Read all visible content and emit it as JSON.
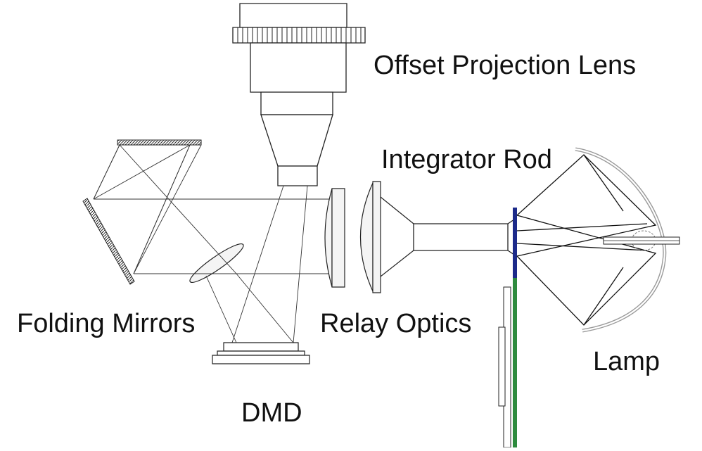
{
  "labels": {
    "projection_lens": "Offset Projection Lens",
    "integrator_rod": "Integrator Rod",
    "folding_mirrors": "Folding Mirrors",
    "relay_optics": "Relay Optics",
    "lamp": "Lamp",
    "dmd": "DMD"
  },
  "colors": {
    "line": "#222222",
    "lens_fill": "#f4f4f4",
    "filter_blue": "#1c2a8a",
    "board_green": "#2e8b3e",
    "reflector_gray": "#9a9a9a"
  }
}
